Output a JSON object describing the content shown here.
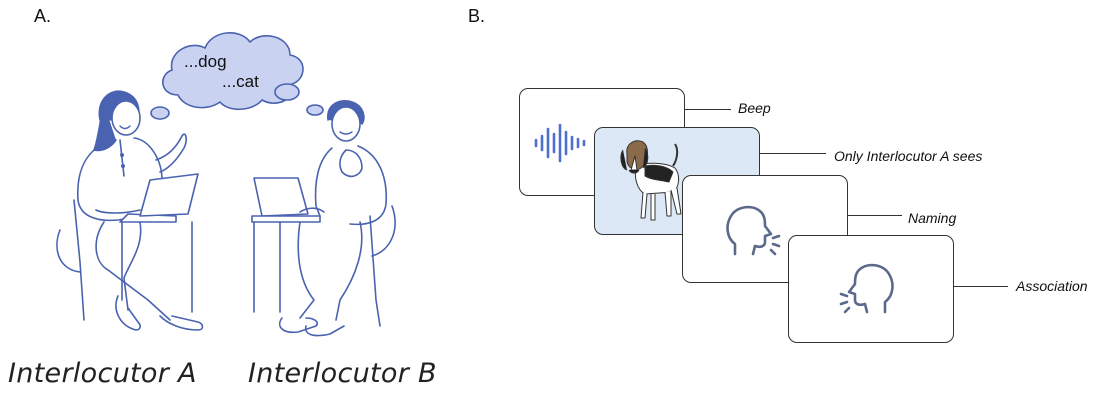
{
  "panel_a": {
    "label": "A.",
    "thought_bubble": {
      "line1": "...dog",
      "line2": "...cat"
    },
    "captions": [
      "Interlocutor A",
      "Interlocutor B"
    ]
  },
  "panel_b": {
    "label": "B.",
    "steps": [
      {
        "label": "Beep",
        "icon": "sound-wave-icon"
      },
      {
        "label": "Only Interlocutor A sees",
        "icon": "dog-image"
      },
      {
        "label": "Naming",
        "icon": "speaking-head-right-icon"
      },
      {
        "label": "Association",
        "icon": "speaking-head-left-icon"
      }
    ]
  },
  "colors": {
    "illustration": "#4a63b0",
    "card_highlight": "#dce8f5",
    "cloud_fill": "#c9d3f1",
    "icon_blue": "#4c6fd1"
  }
}
